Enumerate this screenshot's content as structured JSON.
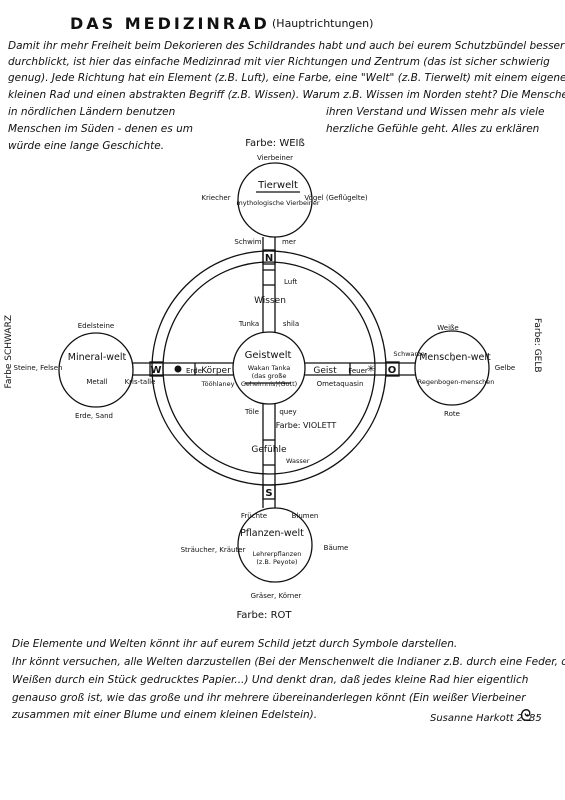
{
  "header": {
    "title": "DAS MEDIZINRAD",
    "subtitle": "(Hauptrichtungen)"
  },
  "intro": {
    "lines": [
      "Damit ihr mehr Freiheit beim Dekorieren des Schildrandes habt und auch bei eurem Schutzbündel besser",
      "durchblickt, ist hier das einfache Medizinrad mit vier Richtungen und Zentrum (das ist sicher schwierig",
      "genug). Jede Richtung hat ein Element (z.B. Luft), eine Farbe, eine \"Welt\" (z.B. Tierwelt) mit einem eigenen",
      "kleinen Rad und einen abstrakten Begriff (z.B. Wissen). Warum z.B. Wissen im Norden steht? Die Menschen",
      "in nördlichen Ländern benutzen",
      "Menschen im Süden - denen es um",
      "würde eine lange Geschichte."
    ],
    "right_lines": [
      "ihren Verstand und Wissen mehr als viele",
      "herzliche Gefühle geht. Alles zu erklären"
    ]
  },
  "wheel": {
    "north": {
      "farbe": "Farbe: WEIß",
      "world": "Tierwelt",
      "top": "Vierbeiner",
      "center": "mythologische Vierbeiner",
      "left": "Kriecher",
      "right": "Vögel (Geflügelte)",
      "bottom_left": "Schwim",
      "bottom_right": "mer",
      "letter": "N",
      "element": "Luft",
      "concept": "Wissen",
      "inner_left": "Tunka",
      "inner_right": "shila"
    },
    "east": {
      "farbe": "Farbe: GELB",
      "world": "Menschen-welt",
      "top": "Weiße",
      "center": "Regenbogen-menschen",
      "left": "Schwarze",
      "right": "Gelbe",
      "bottom": "Rote",
      "letter": "O",
      "element": "Feuer",
      "concept": "Geist"
    },
    "south": {
      "farbe": "Farbe: ROT",
      "world": "Pflanzen-welt",
      "top_left": "Früchte",
      "top_right": "Blumen",
      "center": "Lehrerpflanzen (z.B. Peyote)",
      "left": "Sträucher, Kräuter",
      "right": "Bäume",
      "bottom": "Gräser, Körner",
      "letter": "S",
      "element": "Wasser",
      "concept": "Gefühle",
      "inner_left": "Töle",
      "inner_right": "quey",
      "farbe_center": "Farbe: VIOLETT"
    },
    "west": {
      "farbe": "Farbe SCHWARZ",
      "world": "Mineral-welt",
      "top": "Edelsteine",
      "center": "Metall",
      "left": "Steine, Felsen",
      "right": "Kris-talle",
      "bottom": "Erde, Sand",
      "letter": "W",
      "element": "Erde",
      "concept": "Körper",
      "inner_left": "Tööhlaney"
    },
    "center": {
      "world": "Geistwelt",
      "text": "Wakan Tanka (das große Geheimnis)(Gott)",
      "right": "Ometaquasin"
    }
  },
  "bottom": {
    "lines": [
      "Die Elemente und Welten könnt ihr auf eurem Schild jetzt durch Symbole darstellen.",
      "Ihr könnt versuchen, alle Welten darzustellen (Bei der Menschenwelt die Indianer z.B. durch eine Feder, die",
      "Weißen durch ein Stück gedrucktes Papier...) Und denkt dran, daß jedes kleine Rad hier eigentlich",
      "genauso groß ist, wie das große und ihr mehrere übereinanderlegen könnt (Ein weißer Vierbeiner",
      "zusammen mit einer Blume und einem kleinen Edelstein)."
    ],
    "signature": "Susanne Harkott 2.'85"
  }
}
